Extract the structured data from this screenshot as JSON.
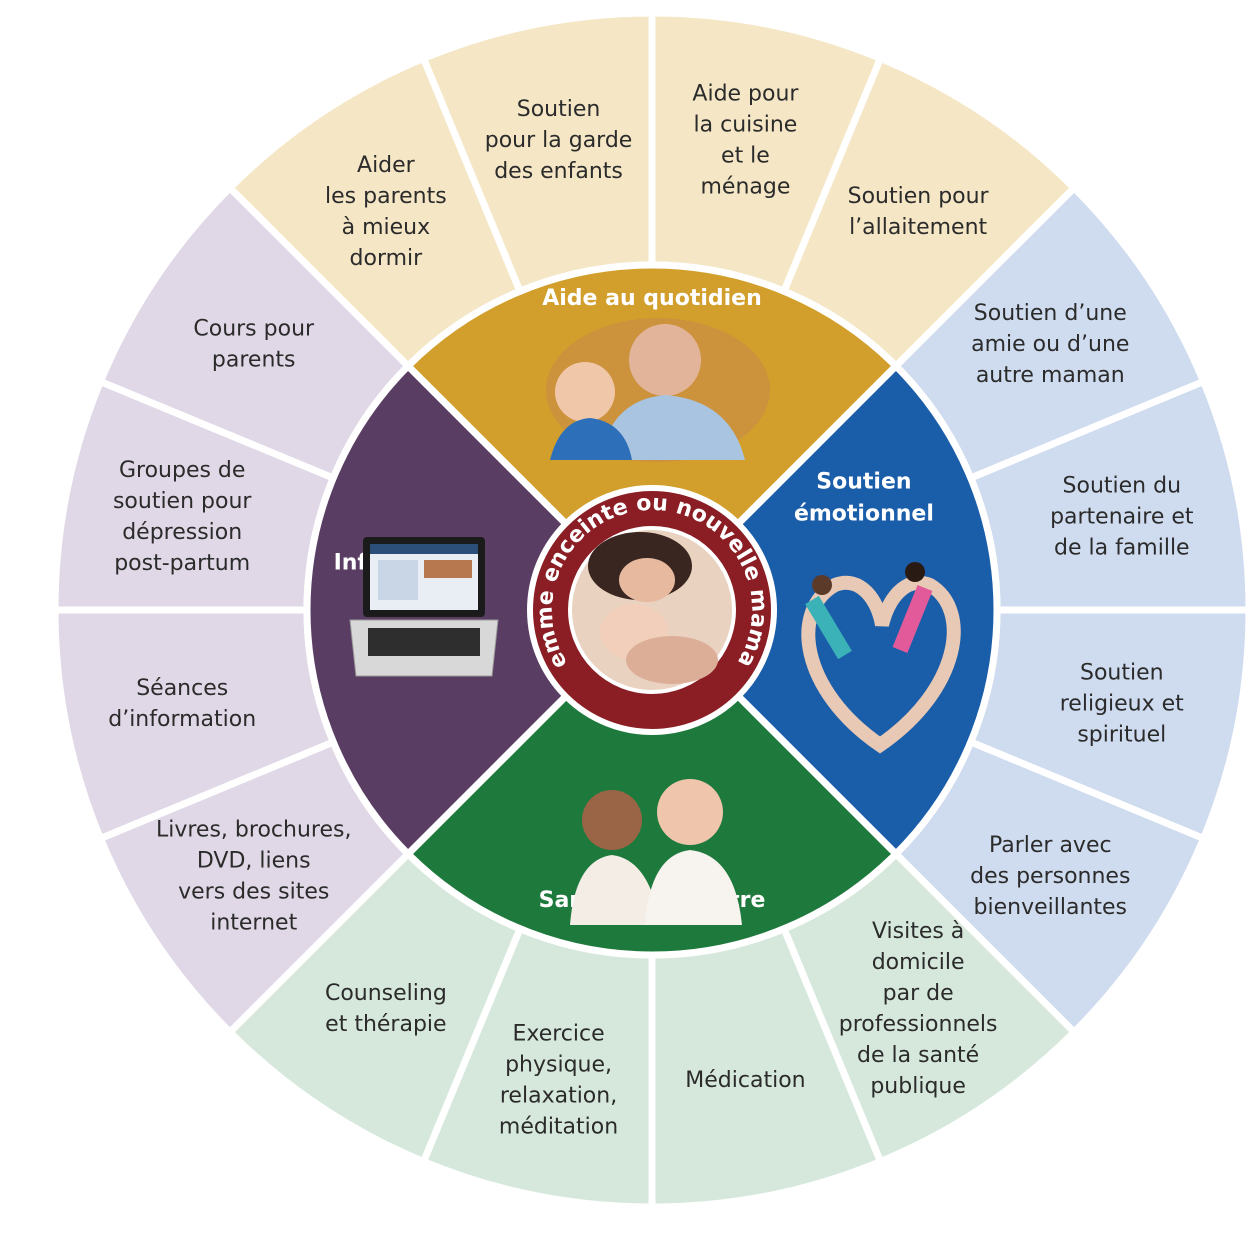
{
  "center": {
    "label": "Femme enceinte ou nouvelle maman"
  },
  "categories": [
    {
      "id": "daily",
      "title": "Aide au quotidien",
      "color": "#d29f2c",
      "light": "#f5e7c6",
      "photo": "grandfather-with-child-photo",
      "items": [
        "Aider\nles parents\nà mieux\ndormir",
        "Soutien\npour la garde\ndes enfants",
        "Aide pour\nla cuisine\net le\nménage",
        "Soutien pour\nl’allaitement"
      ]
    },
    {
      "id": "emotional",
      "title": "Soutien\némotionnel",
      "color": "#1a5da8",
      "light": "#cfdcef",
      "photo": "heart-dancers-photo",
      "items": [
        "Soutien d’une\namie ou d’une\nautre maman",
        "Soutien du\npartenaire et\nde la famille",
        "Soutien\nreligieux et\nspirituel",
        "Parler avec\ndes personnes\nbienveillantes"
      ]
    },
    {
      "id": "health",
      "title": "Santé et bien-être",
      "color": "#1e7a3c",
      "light": "#d6e8dc",
      "photo": "two-women-comfort-photo",
      "items": [
        "Visites à\ndomicile\npar de\nprofessionnels\nde la santé\npublique",
        "Médication",
        "Exercice\nphysique,\nrelaxation,\nméditation",
        "Counseling\net thérapie"
      ]
    },
    {
      "id": "information",
      "title": "Information",
      "color": "#5a3d63",
      "light": "#e0d8e6",
      "photo": "laptop-photo",
      "items": [
        "Livres, brochures,\nDVD, liens\nvers des sites\ninternet",
        "Séances\nd’information",
        "Groupes de\nsoutien pour\ndépression\npost-partum",
        "Cours pour\nparents"
      ]
    }
  ]
}
